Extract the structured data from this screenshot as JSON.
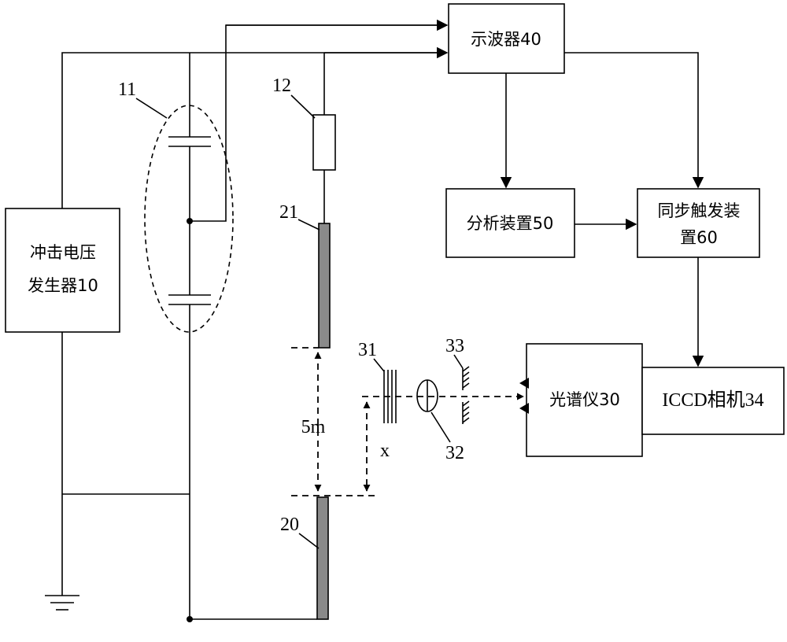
{
  "blocks": {
    "impulse_generator": [
      "冲击电压",
      "发生器10"
    ],
    "oscilloscope": "示波器40",
    "analyzer": "分析装置50",
    "sync_trigger": [
      "同步触发装",
      "置60"
    ],
    "spectrometer": "光谱仪30",
    "iccd_camera": "ICCD相机34"
  },
  "labels": {
    "divider": "11",
    "resistor": "12",
    "upper_electrode": "21",
    "lower_electrode": "20",
    "filter": "31",
    "lens": "32",
    "slit": "33",
    "gap": "5m",
    "distance": "x"
  },
  "colors": {
    "line": "#000000",
    "electrode_fill": "#8a8a8a",
    "box_fill": "#ffffff"
  }
}
